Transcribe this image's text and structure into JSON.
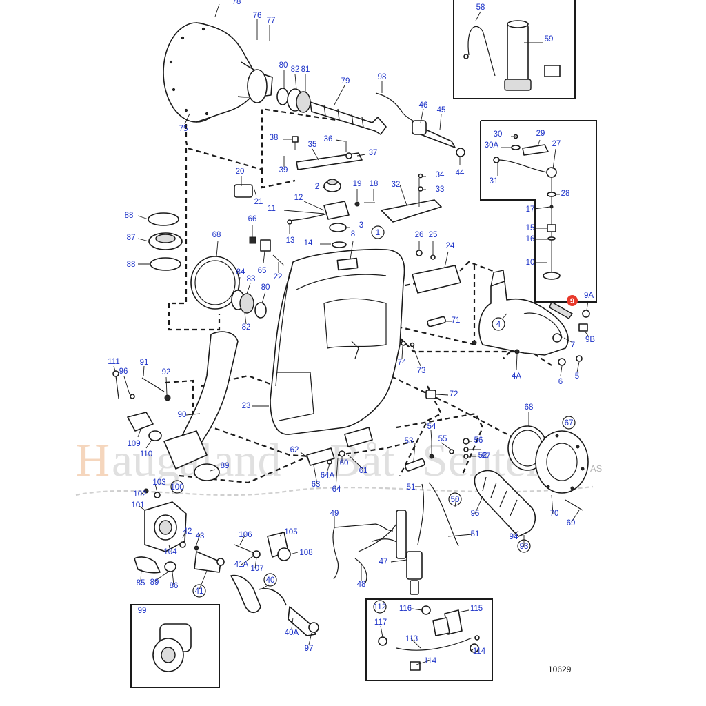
{
  "drawing_number": "10629",
  "watermark": {
    "part_a": "H",
    "part_b": "augaland",
    "part_c": "Båt",
    "part_d": "Senter",
    "suffix": "AS",
    "accent_color": "#e27a3f",
    "grey_color": "#bdbdbd"
  },
  "colors": {
    "callout_text": "#1c32c8",
    "highlight": "#e8392b",
    "line": "#1a1a1a"
  },
  "callouts": [
    {
      "id": "78",
      "circled": false
    },
    {
      "id": "76",
      "circled": false
    },
    {
      "id": "77",
      "circled": false
    },
    {
      "id": "80",
      "circled": false
    },
    {
      "id": "82",
      "circled": false
    },
    {
      "id": "81",
      "circled": false
    },
    {
      "id": "79",
      "circled": false
    },
    {
      "id": "98",
      "circled": false
    },
    {
      "id": "58",
      "circled": false
    },
    {
      "id": "59",
      "circled": false
    },
    {
      "id": "46",
      "circled": false
    },
    {
      "id": "45",
      "circled": false
    },
    {
      "id": "44",
      "circled": false
    },
    {
      "id": "75",
      "circled": false
    },
    {
      "id": "38",
      "circled": false
    },
    {
      "id": "35",
      "circled": false
    },
    {
      "id": "36",
      "circled": false
    },
    {
      "id": "37",
      "circled": false
    },
    {
      "id": "39",
      "circled": false
    },
    {
      "id": "30",
      "circled": false
    },
    {
      "id": "30A",
      "circled": false
    },
    {
      "id": "29",
      "circled": false
    },
    {
      "id": "27",
      "circled": false
    },
    {
      "id": "31",
      "circled": false
    },
    {
      "id": "20",
      "circled": false
    },
    {
      "id": "21",
      "circled": false
    },
    {
      "id": "2",
      "circled": false
    },
    {
      "id": "19",
      "circled": false
    },
    {
      "id": "18",
      "circled": false
    },
    {
      "id": "32",
      "circled": false
    },
    {
      "id": "34",
      "circled": false
    },
    {
      "id": "33",
      "circled": false
    },
    {
      "id": "28",
      "circled": false
    },
    {
      "id": "12",
      "circled": false
    },
    {
      "id": "11",
      "circled": false
    },
    {
      "id": "3",
      "circled": false
    },
    {
      "id": "17",
      "circled": false
    },
    {
      "id": "88",
      "circled": false
    },
    {
      "id": "66",
      "circled": false
    },
    {
      "id": "13",
      "circled": false
    },
    {
      "id": "14",
      "circled": false
    },
    {
      "id": "8",
      "circled": false
    },
    {
      "id": "1",
      "circled": true
    },
    {
      "id": "26",
      "circled": false
    },
    {
      "id": "25",
      "circled": false
    },
    {
      "id": "15",
      "circled": false
    },
    {
      "id": "16",
      "circled": false
    },
    {
      "id": "87",
      "circled": false
    },
    {
      "id": "68",
      "circled": false
    },
    {
      "id": "24",
      "circled": false
    },
    {
      "id": "65",
      "circled": false
    },
    {
      "id": "22",
      "circled": false
    },
    {
      "id": "10",
      "circled": false
    },
    {
      "id": "88",
      "circled": false
    },
    {
      "id": "84",
      "circled": false
    },
    {
      "id": "83",
      "circled": false
    },
    {
      "id": "80",
      "circled": false
    },
    {
      "id": "9A",
      "circled": false
    },
    {
      "id": "9",
      "circled": true,
      "highlight": true
    },
    {
      "id": "4",
      "circled": true
    },
    {
      "id": "71",
      "circled": false
    },
    {
      "id": "82",
      "circled": false
    },
    {
      "id": "9B",
      "circled": false
    },
    {
      "id": "7",
      "circled": false
    },
    {
      "id": "111",
      "circled": false
    },
    {
      "id": "91",
      "circled": false
    },
    {
      "id": "96",
      "circled": false
    },
    {
      "id": "92",
      "circled": false
    },
    {
      "id": "74",
      "circled": false
    },
    {
      "id": "73",
      "circled": false
    },
    {
      "id": "4A",
      "circled": false
    },
    {
      "id": "6",
      "circled": false
    },
    {
      "id": "5",
      "circled": false
    },
    {
      "id": "72",
      "circled": false
    },
    {
      "id": "23",
      "circled": false
    },
    {
      "id": "90",
      "circled": false
    },
    {
      "id": "68",
      "circled": false
    },
    {
      "id": "67",
      "circled": true
    },
    {
      "id": "54",
      "circled": false
    },
    {
      "id": "109",
      "circled": false
    },
    {
      "id": "110",
      "circled": false
    },
    {
      "id": "53",
      "circled": false
    },
    {
      "id": "55",
      "circled": false
    },
    {
      "id": "56",
      "circled": false
    },
    {
      "id": "57",
      "circled": false
    },
    {
      "id": "52",
      "circled": false
    },
    {
      "id": "62",
      "circled": false
    },
    {
      "id": "60",
      "circled": false
    },
    {
      "id": "89",
      "circled": false
    },
    {
      "id": "64A",
      "circled": false
    },
    {
      "id": "61",
      "circled": false
    },
    {
      "id": "63",
      "circled": false
    },
    {
      "id": "64",
      "circled": false
    },
    {
      "id": "103",
      "circled": false
    },
    {
      "id": "102",
      "circled": false
    },
    {
      "id": "100",
      "circled": true
    },
    {
      "id": "51",
      "circled": false
    },
    {
      "id": "50",
      "circled": true
    },
    {
      "id": "95",
      "circled": false
    },
    {
      "id": "70",
      "circled": false
    },
    {
      "id": "69",
      "circled": false
    },
    {
      "id": "101",
      "circled": false
    },
    {
      "id": "49",
      "circled": false
    },
    {
      "id": "42",
      "circled": false
    },
    {
      "id": "43",
      "circled": false
    },
    {
      "id": "106",
      "circled": false
    },
    {
      "id": "105",
      "circled": false
    },
    {
      "id": "51",
      "circled": false
    },
    {
      "id": "94",
      "circled": false
    },
    {
      "id": "104",
      "circled": false
    },
    {
      "id": "93",
      "circled": true
    },
    {
      "id": "108",
      "circled": false
    },
    {
      "id": "41A",
      "circled": false
    },
    {
      "id": "107",
      "circled": false
    },
    {
      "id": "47",
      "circled": false
    },
    {
      "id": "85",
      "circled": false
    },
    {
      "id": "89",
      "circled": false
    },
    {
      "id": "86",
      "circled": false
    },
    {
      "id": "40",
      "circled": true
    },
    {
      "id": "48",
      "circled": false
    },
    {
      "id": "41",
      "circled": true
    },
    {
      "id": "112",
      "circled": true
    },
    {
      "id": "116",
      "circled": false
    },
    {
      "id": "115",
      "circled": false
    },
    {
      "id": "99",
      "circled": false
    },
    {
      "id": "117",
      "circled": false
    },
    {
      "id": "40A",
      "circled": false
    },
    {
      "id": "113",
      "circled": false
    },
    {
      "id": "97",
      "circled": false
    },
    {
      "id": "114",
      "circled": false
    },
    {
      "id": "114",
      "circled": false
    }
  ]
}
